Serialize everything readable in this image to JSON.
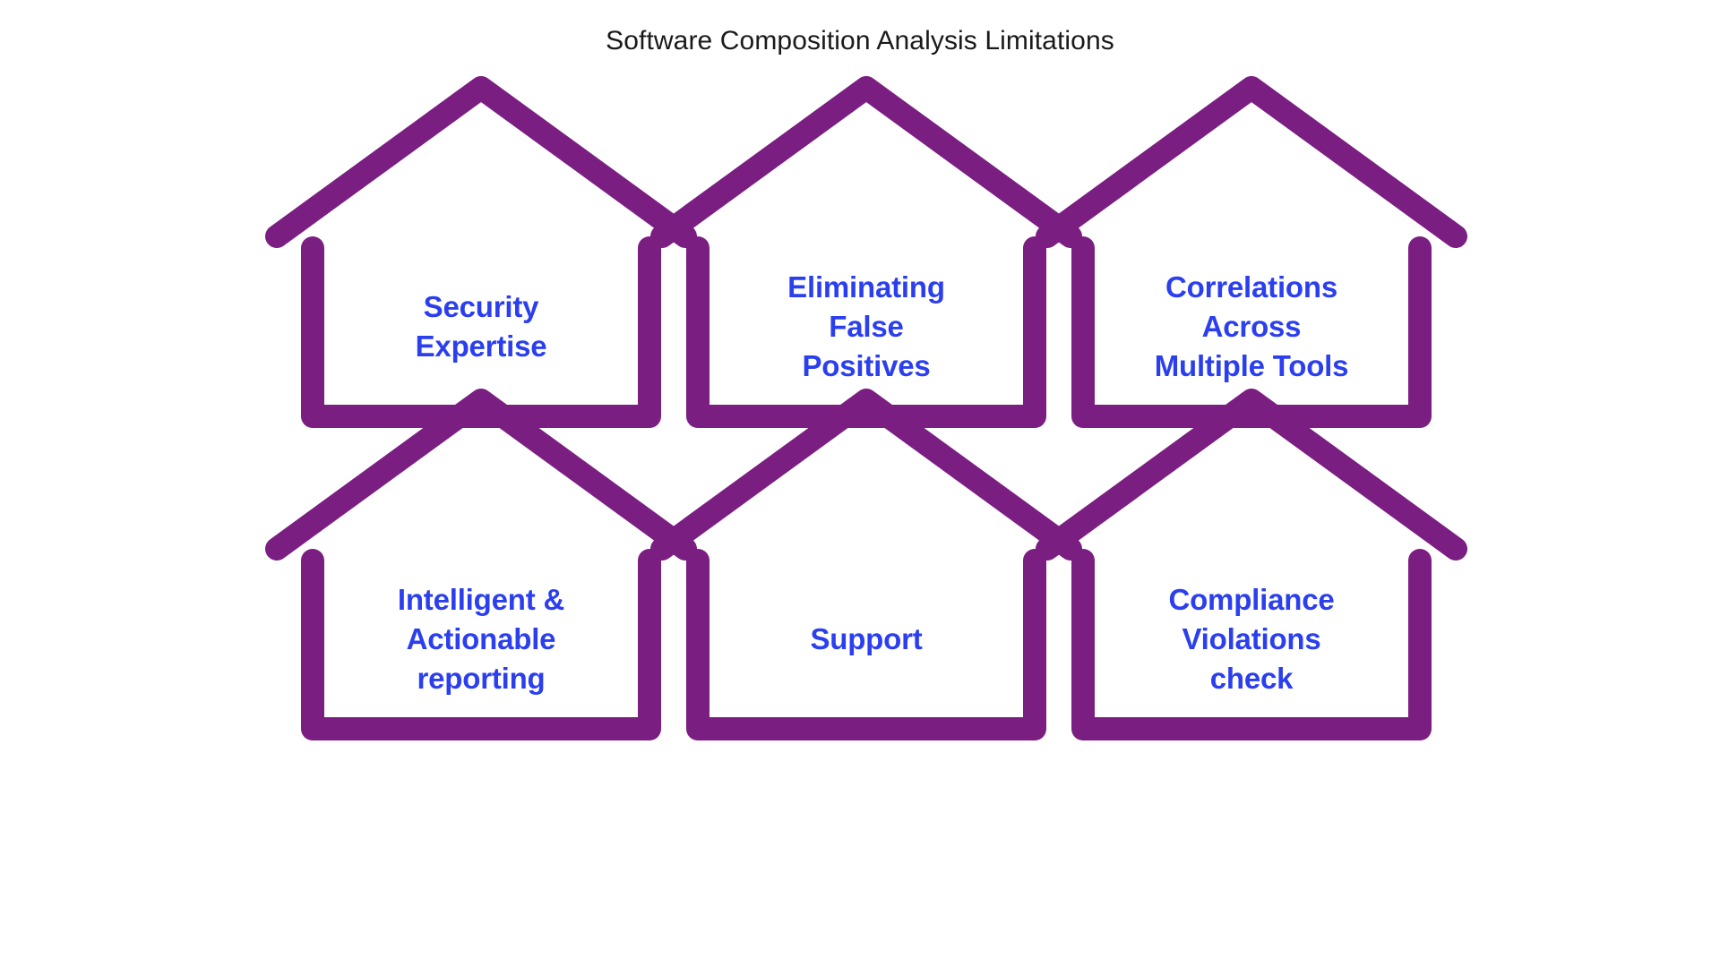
{
  "title": "Software Composition Analysis Limitations",
  "colors": {
    "house_stroke": "#7B1E82",
    "label_text": "#2B3FEE",
    "title_text": "#1A1A1A",
    "background": "#FFFFFF"
  },
  "diagram": {
    "shape": "house",
    "rows": 2,
    "columns": 3,
    "items": [
      {
        "id": "security-expertise",
        "label": "Security\nExpertise"
      },
      {
        "id": "eliminating-false-positives",
        "label": "Eliminating\nFalse\nPositives"
      },
      {
        "id": "correlations-across-multiple-tools",
        "label": "Correlations\nAcross\nMultiple Tools"
      },
      {
        "id": "intelligent-actionable-reporting",
        "label": "Intelligent &\nActionable\nreporting"
      },
      {
        "id": "support",
        "label": "Support"
      },
      {
        "id": "compliance-violations-check",
        "label": "Compliance\nViolations\ncheck"
      }
    ]
  },
  "chart_data": {
    "type": "diagram",
    "title": "Software Composition Analysis Limitations",
    "categories": [
      "Security Expertise",
      "Eliminating False Positives",
      "Correlations Across Multiple Tools",
      "Intelligent & Actionable reporting",
      "Support",
      "Compliance Violations check"
    ],
    "layout": "2 rows x 3 columns of house icons",
    "legend": "none",
    "grid": false
  }
}
